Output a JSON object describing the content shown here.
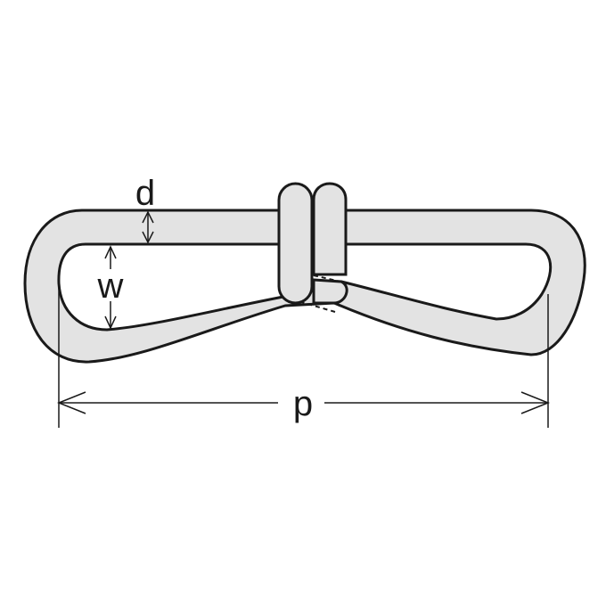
{
  "labels": {
    "d": "d",
    "w": "w",
    "p": "p"
  },
  "colors": {
    "metal": "#e3e3e3",
    "outline": "#1a1a1a",
    "background": "#ffffff"
  }
}
